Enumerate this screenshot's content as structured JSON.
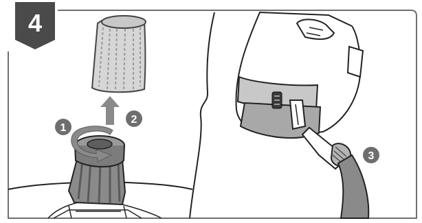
{
  "step": {
    "number": "4"
  },
  "callouts": [
    {
      "label": "1"
    },
    {
      "label": "2"
    },
    {
      "label": "3"
    }
  ],
  "colors": {
    "badge": "#4a4a4a",
    "callout": "#6e6e6e",
    "outline": "#222222",
    "dark_gray": "#8a8a8a",
    "mid_gray": "#b5b5b5",
    "light_gray": "#d6d6d6",
    "frame": "#6f6f6f"
  }
}
